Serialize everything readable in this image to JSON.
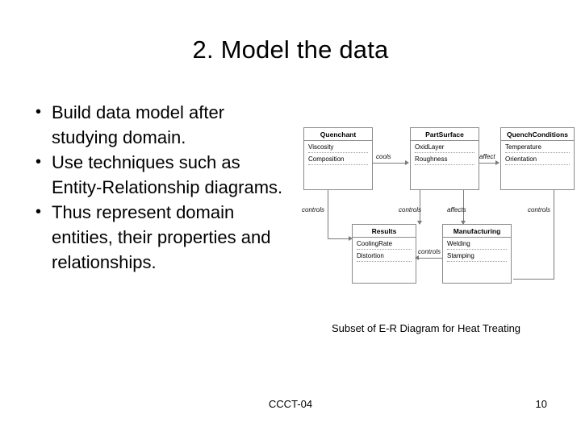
{
  "slide": {
    "title": "2. Model the data",
    "bullets": [
      "Build data model after studying domain.",
      "Use techniques such as Entity-Relationship diagrams.",
      "Thus represent domain entities, their properties and relationships."
    ],
    "bullet_marker": "•",
    "caption": "Subset of E-R Diagram for Heat Treating",
    "footer": {
      "center": "CCCT-04",
      "page": "10"
    }
  },
  "diagram": {
    "entities": [
      {
        "name": "Quenchant",
        "attributes": [
          "Viscosity",
          "Composition"
        ]
      },
      {
        "name": "PartSurface",
        "attributes": [
          "OxidLayer",
          "Roughness"
        ]
      },
      {
        "name": "QuenchConditions",
        "attributes": [
          "Temperature",
          "Orientation"
        ]
      },
      {
        "name": "Results",
        "attributes": [
          "CoolingRate",
          "Distortion"
        ]
      },
      {
        "name": "Manufacturing",
        "attributes": [
          "Welding",
          "Stamping"
        ]
      }
    ],
    "relationships": [
      "cools",
      "affect",
      "controls",
      "controls",
      "affects",
      "controls",
      "controls"
    ]
  }
}
